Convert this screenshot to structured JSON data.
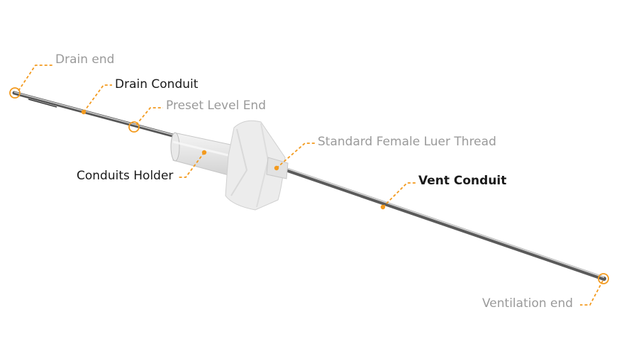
{
  "accent_color": "#f39a1e",
  "label_gray": "#9a9a9a",
  "label_dark": "#1a1a1a",
  "labels": {
    "drain_end": "Drain end",
    "drain_conduit": "Drain Conduit",
    "preset_level_end": "Preset Level End",
    "standard_female_luer_thread": "Standard Female Luer Thread",
    "conduits_holder": "Conduits Holder",
    "vent_conduit": "Vent Conduit",
    "ventilation_end": "Ventilation end"
  }
}
